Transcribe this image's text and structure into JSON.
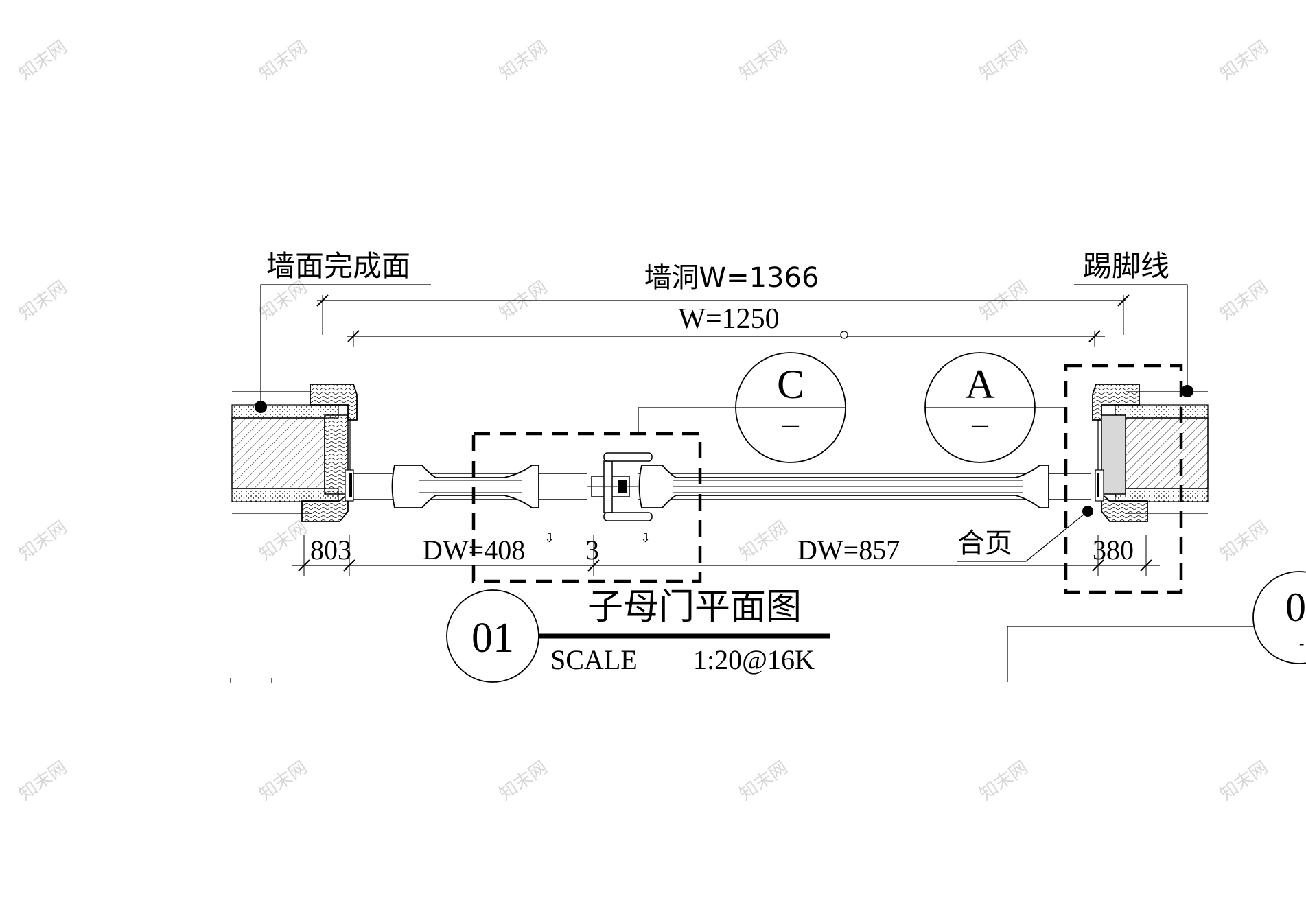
{
  "labels": {
    "wall_finish": "墙面完成面",
    "skirting": "踢脚线",
    "hinge": "合页",
    "drawing_title": "子母门平面图"
  },
  "dimensions": {
    "wall_opening": "墙洞W=1366",
    "door_width": "W=1250",
    "left_gap": "803",
    "small_leaf": "DW=408",
    "middle_gap": "3",
    "large_leaf": "DW=857",
    "right_gap": "380"
  },
  "detail_callouts": {
    "c_letter": "C",
    "c_sheet": "—",
    "a_letter": "A",
    "a_sheet": "—",
    "partial_letter": "0",
    "partial_sheet": "-"
  },
  "title_block": {
    "number": "01",
    "scale_label": "SCALE",
    "scale_value": "1:20@16K"
  },
  "watermark": "知末网"
}
